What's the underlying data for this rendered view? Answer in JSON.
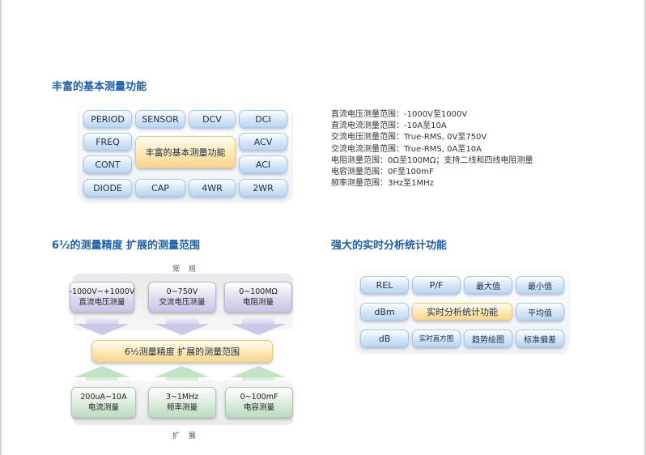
{
  "sections": {
    "basic_title": "丰富的基本测量功能",
    "precision_title": "6½的测量精度 扩展的测量范围",
    "stats_title": "强大的实时分析统计功能"
  },
  "basic": {
    "row1": [
      "PERIOD",
      "SENSOR",
      "DCV",
      "DCI"
    ],
    "freq": "FREQ",
    "cont": "CONT",
    "center": "丰富的基本测量功能",
    "acv": "ACV",
    "aci": "ACI",
    "row4": [
      "DIODE",
      "CAP",
      "4WR",
      "2WR"
    ]
  },
  "specs": [
    "直流电压测量范围：-1000V至1000V",
    "直流电流测量范围：-10A至10A",
    "交流电压测量范围：True-RMS, 0V至750V",
    "交流电流测量范围：True-RMS, 0A至10A",
    "电阻测量范围：0Ω至100MΩ；支持二线和四线电阻测量",
    "电容测量范围：0F至100mF",
    "频率测量范围：3Hz至1MHz"
  ],
  "precision": {
    "top_label": "常 规",
    "bottom_label": "扩 展",
    "center": "6½测量精度 扩展的测量范围",
    "normal": [
      {
        "range": "-1000V~+1000V",
        "name": "直流电压测量"
      },
      {
        "range": "0~750V",
        "name": "交流电压测量"
      },
      {
        "range": "0~100MΩ",
        "name": "电阻测量"
      }
    ],
    "extended": [
      {
        "range": "200uA~10A",
        "name": "电流测量"
      },
      {
        "range": "3~1MHz",
        "name": "频率测量"
      },
      {
        "range": "0~100mF",
        "name": "电容测量"
      }
    ]
  },
  "stats": {
    "row1": [
      "REL",
      "P/F",
      "最大值",
      "最小值"
    ],
    "dbm": "dBm",
    "center": "实时分析统计功能",
    "avg": "平均值",
    "row3": [
      "dB",
      "实时直方图",
      "趋势绘图",
      "标准偏差"
    ]
  }
}
